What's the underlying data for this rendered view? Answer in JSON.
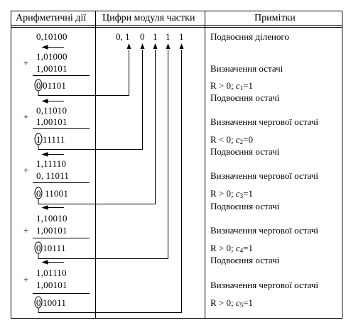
{
  "header": {
    "col1": "Арифметичні дії",
    "col2": "Цифри модуля частки",
    "col3": "Примітки"
  },
  "quotient_digits": [
    "0, 1",
    "0",
    "1",
    "1",
    "1"
  ],
  "steps": [
    {
      "operand_a": "0,10100",
      "shifted": "1,01000",
      "operand_b": "1,00101",
      "sign_bit": "0",
      "result_rest": "01101",
      "note_shift": "Подвоєння діленого",
      "note_det": "Визначення остачі",
      "note_r": "R > 0;",
      "note_c": "c",
      "note_c_sub": "1",
      "note_c_val": "=1"
    },
    {
      "shifted": "0,11010",
      "operand_b": "1,00101",
      "sign_bit": "1",
      "result_rest": "11111",
      "note_shift": "Подвоєння остачі",
      "note_det": "Визначення чергової остачі",
      "note_r": "R < 0;",
      "note_c": "c",
      "note_c_sub": "2",
      "note_c_val": "=0"
    },
    {
      "shifted": "1,11110",
      "operand_b": "0, 11011",
      "sign_bit": "0",
      "result_rest": "11001",
      "note_shift": "Подвоєння остачі",
      "note_det": "Визначення чергової остачі",
      "note_r": "R > 0;",
      "note_c": "c",
      "note_c_sub": "3",
      "note_c_val": "=1"
    },
    {
      "shifted": "1,10010",
      "operand_b": "1,00101",
      "sign_bit": "0",
      "result_rest": "10111",
      "note_shift": "Подвоєння остачі",
      "note_det": "Визначення чергової остачі",
      "note_r": "R > 0;",
      "note_c": "c",
      "note_c_sub": "4",
      "note_c_val": "=1"
    },
    {
      "shifted": "1,01110",
      "operand_b": "1,00101",
      "sign_bit": "0",
      "result_rest": "10011",
      "note_shift": "Подвоєння остачі",
      "note_det": "Визначення чергової остачі",
      "note_r": "R > 0;",
      "note_c": "c",
      "note_c_sub": "5",
      "note_c_val": "=1"
    }
  ],
  "plus_sign": "+"
}
